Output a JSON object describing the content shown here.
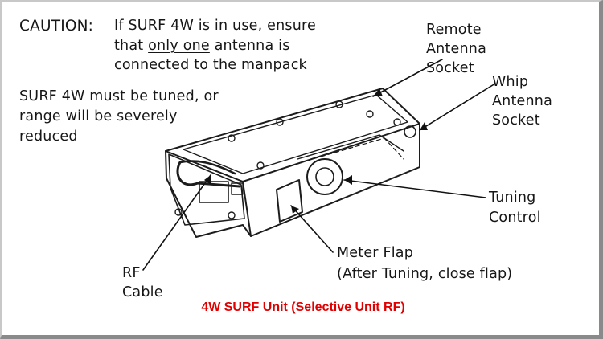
{
  "caution": {
    "heading": "CAUTION:",
    "line1": "If SURF 4W is in use, ensure",
    "line2_pre": "that ",
    "line2_emph": "only one",
    "line2_post": " antenna is",
    "line3": "connected to the manpack"
  },
  "tuning_note": {
    "line1": "SURF 4W must be tuned, or",
    "line2": "range will be severely",
    "line3": "reduced"
  },
  "labels": {
    "remote_antenna_socket": [
      "Remote",
      "Antenna",
      "Socket"
    ],
    "whip_antenna_socket": [
      "Whip",
      "Antenna",
      "Socket"
    ],
    "tuning_control": [
      "Tuning",
      "Control"
    ],
    "meter_flap": [
      "Meter Flap",
      "(After Tuning, close flap)"
    ],
    "rf_cable": [
      "RF",
      "Cable"
    ]
  },
  "caption": "4W SURF Unit (Selective Unit RF)",
  "colors": {
    "caption": "#e00000",
    "text": "#161616",
    "frame_shadow": "#8a8a8a"
  }
}
